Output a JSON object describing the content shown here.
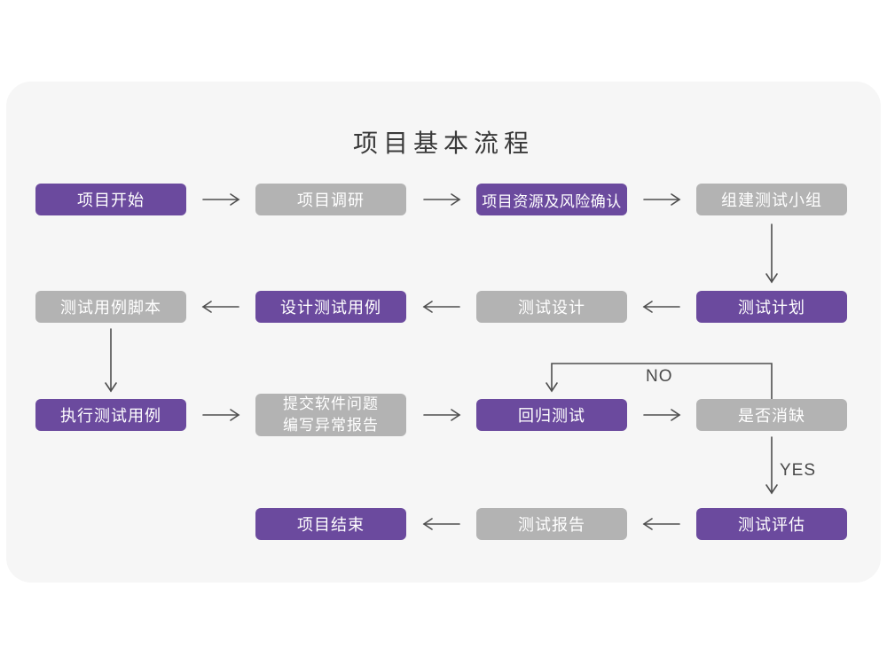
{
  "title": "项目基本流程",
  "colors": {
    "purple": "#6b4a9e",
    "gray": "#b3b3b3",
    "node_text": "#ffffff",
    "line": "#4f4f4f",
    "title_text": "#3a3a3a",
    "label_text": "#4a4a4a",
    "card_bg": "#f6f6f6",
    "page_bg": "#ffffff"
  },
  "nodes": [
    {
      "id": "project-start",
      "label": "项目开始",
      "variant": "purple"
    },
    {
      "id": "project-research",
      "label": "项目调研",
      "variant": "gray"
    },
    {
      "id": "resources-risk",
      "label": "项目资源及风险确认",
      "variant": "purple"
    },
    {
      "id": "build-test-team",
      "label": "组建测试小组",
      "variant": "gray"
    },
    {
      "id": "test-plan",
      "label": "测试计划",
      "variant": "purple"
    },
    {
      "id": "test-design",
      "label": "测试设计",
      "variant": "gray"
    },
    {
      "id": "design-test-cases",
      "label": "设计测试用例",
      "variant": "purple"
    },
    {
      "id": "test-case-scripts",
      "label": "测试用例脚本",
      "variant": "gray"
    },
    {
      "id": "execute-test-cases",
      "label": "执行测试用例",
      "variant": "purple"
    },
    {
      "id": "submit-issues-report",
      "label": "提交软件问题\n编写异常报告",
      "variant": "gray"
    },
    {
      "id": "regression-test",
      "label": "回归测试",
      "variant": "purple"
    },
    {
      "id": "defect-cleared",
      "label": "是否消缺",
      "variant": "gray"
    },
    {
      "id": "test-evaluation",
      "label": "测试评估",
      "variant": "purple"
    },
    {
      "id": "test-report",
      "label": "测试报告",
      "variant": "gray"
    },
    {
      "id": "project-end",
      "label": "项目结束",
      "variant": "purple"
    }
  ],
  "edges": [
    {
      "from": "project-start",
      "to": "project-research",
      "label": ""
    },
    {
      "from": "project-research",
      "to": "resources-risk",
      "label": ""
    },
    {
      "from": "resources-risk",
      "to": "build-test-team",
      "label": ""
    },
    {
      "from": "build-test-team",
      "to": "test-plan",
      "label": ""
    },
    {
      "from": "test-plan",
      "to": "test-design",
      "label": ""
    },
    {
      "from": "test-design",
      "to": "design-test-cases",
      "label": ""
    },
    {
      "from": "design-test-cases",
      "to": "test-case-scripts",
      "label": ""
    },
    {
      "from": "test-case-scripts",
      "to": "execute-test-cases",
      "label": ""
    },
    {
      "from": "execute-test-cases",
      "to": "submit-issues-report",
      "label": ""
    },
    {
      "from": "submit-issues-report",
      "to": "regression-test",
      "label": ""
    },
    {
      "from": "regression-test",
      "to": "defect-cleared",
      "label": ""
    },
    {
      "from": "defect-cleared",
      "to": "regression-test",
      "label": "NO"
    },
    {
      "from": "defect-cleared",
      "to": "test-evaluation",
      "label": "YES"
    },
    {
      "from": "test-evaluation",
      "to": "test-report",
      "label": ""
    },
    {
      "from": "test-report",
      "to": "project-end",
      "label": ""
    }
  ]
}
